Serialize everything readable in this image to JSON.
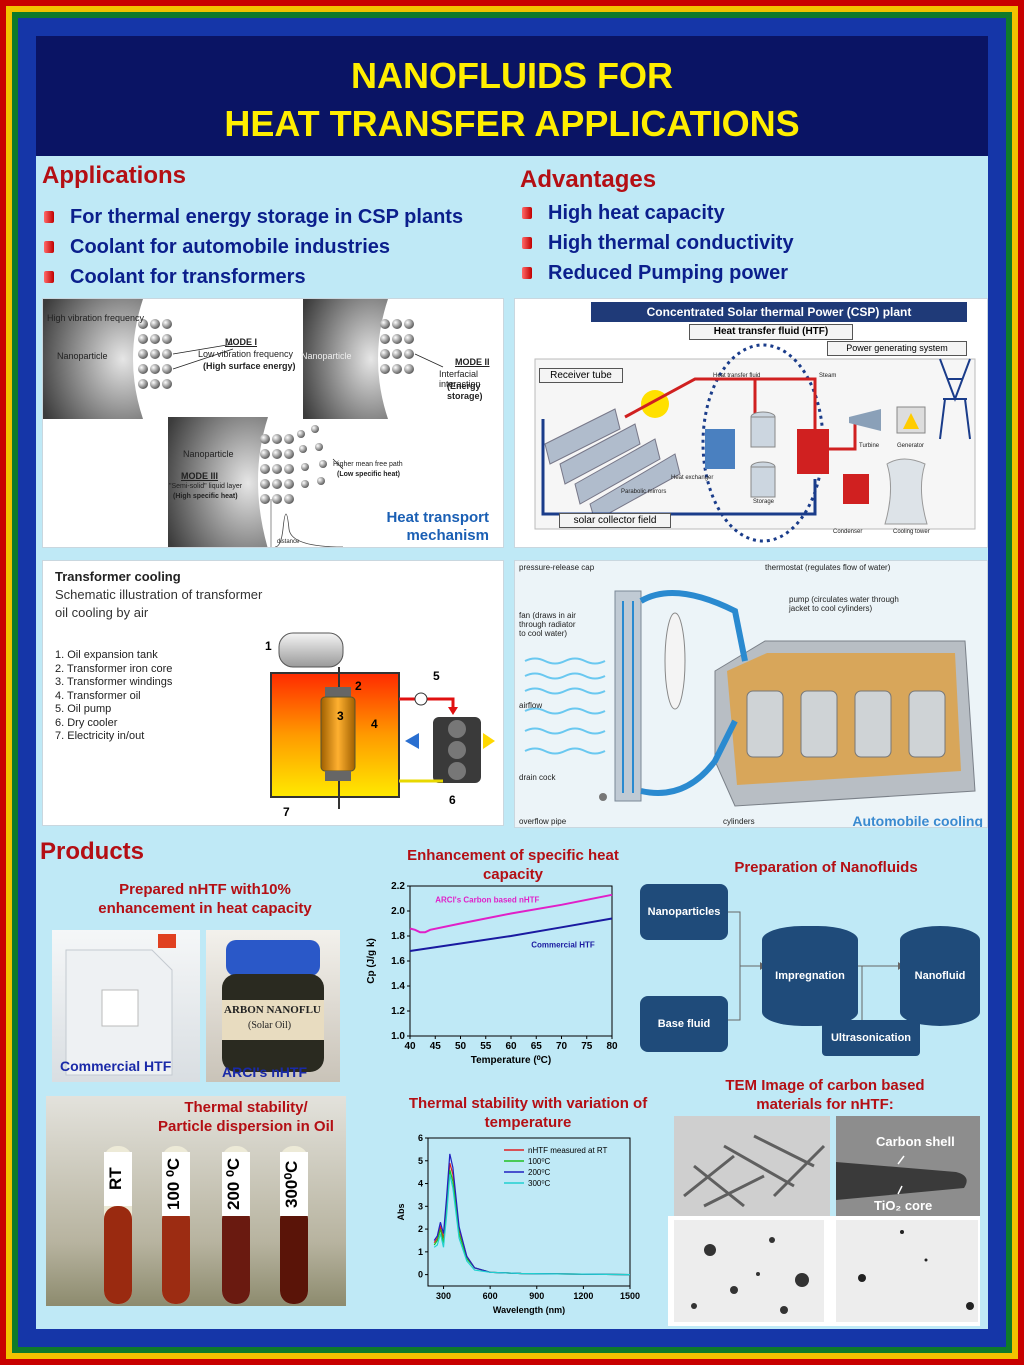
{
  "title": {
    "line1": "NANOFLUIDS FOR",
    "line2": "HEAT TRANSFER APPLICATIONS"
  },
  "applications": {
    "heading": "Applications",
    "items": [
      "For thermal energy storage in CSP plants",
      "Coolant for automobile industries",
      "Coolant for transformers"
    ]
  },
  "advantages": {
    "heading": "Advantages",
    "items": [
      "High heat capacity",
      "High thermal conductivity",
      "Reduced Pumping power"
    ]
  },
  "heat_transport": {
    "caption_line1": "Heat transport",
    "caption_line2": "mechanism",
    "high_vibration": "High vibration frequency",
    "nanoparticle": "Nanoparticle",
    "mode1": "MODE I",
    "mode1_desc1": "Low vibration frequency",
    "mode1_desc2": "(High surface energy)",
    "mode2": "MODE II",
    "mode2_desc1": "Interfacial interaction",
    "mode2_desc2": "(Energy storage)",
    "mode3": "MODE III",
    "mode3_desc1": "\"Semi-solid\" liquid layer",
    "mode3_desc2": "(High specific heat)",
    "mean_free_path1": "Higher mean free path",
    "mean_free_path2": "(Low specific heat)",
    "distance": "distance"
  },
  "csp": {
    "banner": "Concentrated Solar thermal Power (CSP) plant",
    "htf": "Heat transfer fluid (HTF)",
    "power_system": "Power generating system",
    "receiver_tube": "Receiver tube",
    "solar_field": "solar collector field",
    "heat_transfer_fluid": "Heat transfer fluid",
    "steam": "Steam",
    "heat_exchanger": "Heat exchanger",
    "parabolic_mirrors": "Parabolic mirrors",
    "storage": "Storage",
    "turbine": "Turbine",
    "generator": "Generator",
    "condenser": "Condenser",
    "cooling_tower": "Cooling tower"
  },
  "transformer": {
    "title": "Transformer cooling",
    "subtitle1": "Schematic illustration of transformer",
    "subtitle2": "oil cooling by air",
    "parts": [
      "1.  Oil expansion tank",
      "2.  Transformer iron core",
      "3.  Transformer windings",
      "4.  Transformer oil",
      "5.  Oil pump",
      "6.  Dry cooler",
      "7.  Electricity in/out"
    ],
    "numbers": [
      "1",
      "2",
      "3",
      "4",
      "5",
      "6",
      "7"
    ]
  },
  "automobile": {
    "caption": "Automobile cooling",
    "pressure_cap": "pressure-release cap",
    "thermostat": "thermostat (regulates flow of water)",
    "pump1": "pump (circulates water through",
    "pump2": "jacket to cool cylinders)",
    "fan1": "fan (draws in air",
    "fan2": "through radiator",
    "fan3": "to cool water)",
    "airflow": "airflow",
    "drain": "drain cock",
    "overflow": "overflow pipe",
    "cylinders": "cylinders"
  },
  "products": {
    "heading": "Products",
    "prepared_line1": "Prepared nHTF with10%",
    "prepared_line2": "enhancement  in heat capacity",
    "commercial_label": "Commercial HTF",
    "arci_label": "ARCI's nHTF",
    "jar_label1": "ARBON NANOFLU",
    "jar_label2": "(Solar Oil)",
    "stability_line1": "Thermal stability/",
    "stability_line2": "Particle dispersion in Oil",
    "tubes": [
      "RT",
      "100 ⁰C",
      "200 ⁰C",
      "300⁰C"
    ]
  },
  "preparation": {
    "heading": "Preparation of Nanofluids",
    "nanoparticles": "Nanoparticles",
    "base_fluid": "Base fluid",
    "impregnation": "Impregnation",
    "nanofluid": "Nanofluid",
    "ultrasonication": "Ultrasonication"
  },
  "tem": {
    "heading_line1": "TEM Image of carbon based",
    "heading_line2": "materials for nHTF:",
    "carbon_shell": "Carbon shell",
    "tio2_core": "TiO₂ core"
  },
  "chart_data": [
    {
      "type": "line",
      "title": "Enhancement of specific heat capacity",
      "xlabel": "Temperature (⁰C)",
      "ylabel": "Cp (J/g k)",
      "xlim": [
        40,
        80
      ],
      "ylim": [
        1.0,
        2.2
      ],
      "xticks": [
        "40",
        "45",
        "50",
        "55",
        "60",
        "65",
        "70",
        "75",
        "80"
      ],
      "yticks": [
        "1.0",
        "1.2",
        "1.4",
        "1.6",
        "1.8",
        "2.0",
        "2.2"
      ],
      "series": [
        {
          "name": "ARCI's Carbon based nHTF",
          "color": "#e020c8",
          "x": [
            40,
            41,
            42,
            43,
            44,
            50,
            60,
            70,
            80
          ],
          "y": [
            1.86,
            1.85,
            1.83,
            1.83,
            1.85,
            1.9,
            1.98,
            2.05,
            2.13
          ]
        },
        {
          "name": "Commercial HTF",
          "color": "#1a1aa0",
          "x": [
            40,
            50,
            60,
            70,
            80
          ],
          "y": [
            1.68,
            1.74,
            1.8,
            1.87,
            1.94
          ]
        }
      ],
      "grid": false
    },
    {
      "type": "line",
      "title": "Thermal stability with variation of temperature",
      "xlabel": "Wavelength (nm)",
      "ylabel": "Abs",
      "xlim": [
        200,
        1500
      ],
      "ylim": [
        -0.5,
        6
      ],
      "xticks": [
        "300",
        "600",
        "900",
        "1200",
        "1500"
      ],
      "yticks": [
        "0",
        "1",
        "2",
        "3",
        "4",
        "5",
        "6"
      ],
      "legend_position": "top-right",
      "series": [
        {
          "name": "nHTF measured at RT",
          "color": "#e02020",
          "x": [
            240,
            260,
            280,
            300,
            320,
            340,
            360,
            380,
            400,
            450,
            500,
            600,
            800,
            1500
          ],
          "y": [
            1.4,
            1.6,
            2.1,
            1.6,
            3.0,
            4.9,
            4.4,
            3.2,
            2.0,
            0.8,
            0.3,
            0.1,
            0.05,
            0.0
          ]
        },
        {
          "name": "100⁰C",
          "color": "#20c020",
          "x": [
            240,
            260,
            280,
            300,
            320,
            340,
            360,
            380,
            400,
            450,
            500,
            600,
            800,
            1500
          ],
          "y": [
            1.3,
            1.5,
            2.0,
            1.4,
            2.8,
            4.6,
            4.1,
            3.0,
            1.8,
            0.7,
            0.3,
            0.1,
            0.05,
            0.0
          ]
        },
        {
          "name": "200⁰C",
          "color": "#2020c0",
          "x": [
            240,
            260,
            280,
            300,
            320,
            340,
            360,
            380,
            400,
            450,
            500,
            600,
            800,
            1500
          ],
          "y": [
            1.5,
            1.7,
            2.3,
            1.8,
            3.4,
            5.3,
            4.7,
            3.4,
            2.1,
            0.8,
            0.3,
            0.1,
            0.05,
            0.0
          ]
        },
        {
          "name": "300⁰C",
          "color": "#20d0d0",
          "x": [
            240,
            260,
            280,
            300,
            320,
            340,
            360,
            380,
            400,
            450,
            500,
            600,
            800,
            1500
          ],
          "y": [
            1.2,
            1.3,
            1.8,
            1.2,
            2.6,
            4.4,
            3.8,
            2.7,
            1.6,
            0.6,
            0.2,
            0.1,
            0.05,
            0.0
          ]
        }
      ],
      "grid": false
    }
  ],
  "colors": {
    "title_bg": "#0a1464",
    "title_fg": "#ffee00",
    "heading_red": "#b40f14",
    "bullet_blue": "#0b1f8c",
    "panel_bg": "#bfe9f6"
  }
}
